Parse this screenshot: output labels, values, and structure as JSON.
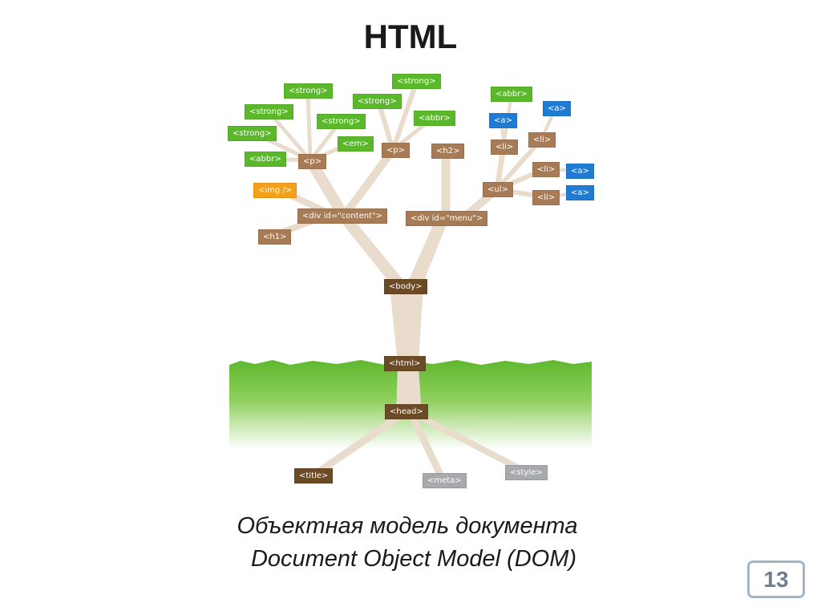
{
  "slide": {
    "title": "HTML",
    "caption_ru": "Объектная модель документа",
    "caption_en": "Document Object Model (DOM)",
    "number": "13"
  },
  "colors": {
    "branch": "#e9dccd",
    "grass": "#6fbe3c",
    "brown": "#a77b55",
    "dark_brown": "#6b4a26",
    "green": "#5cb82b",
    "orange": "#f6a01a",
    "blue": "#1f7cd2",
    "gray": "#a7a9ac"
  },
  "tags": [
    {
      "id": "strong1",
      "label": "<strong>",
      "color": "green"
    },
    {
      "id": "strong2",
      "label": "<strong>",
      "color": "green"
    },
    {
      "id": "strong3",
      "label": "<strong>",
      "color": "green"
    },
    {
      "id": "strong4",
      "label": "<strong>",
      "color": "green"
    },
    {
      "id": "strong5",
      "label": "<strong>",
      "color": "green"
    },
    {
      "id": "strong6",
      "label": "<strong>",
      "color": "green"
    },
    {
      "id": "abbr1",
      "label": "<abbr>",
      "color": "green"
    },
    {
      "id": "em1",
      "label": "<em>",
      "color": "green"
    },
    {
      "id": "abbr2",
      "label": "<abbr>",
      "color": "green"
    },
    {
      "id": "abbr3",
      "label": "<abbr>",
      "color": "green"
    },
    {
      "id": "p1",
      "label": "<p>",
      "color": "brown"
    },
    {
      "id": "p2",
      "label": "<p>",
      "color": "brown"
    },
    {
      "id": "h2",
      "label": "<h2>",
      "color": "brown"
    },
    {
      "id": "img",
      "label": "<img />",
      "color": "orange"
    },
    {
      "id": "div_content",
      "label": "<div id=\"content\">",
      "color": "brown"
    },
    {
      "id": "h1",
      "label": "<h1>",
      "color": "brown"
    },
    {
      "id": "div_menu",
      "label": "<div id=\"menu\">",
      "color": "brown"
    },
    {
      "id": "a1",
      "label": "<a>",
      "color": "blue"
    },
    {
      "id": "a2",
      "label": "<a>",
      "color": "blue"
    },
    {
      "id": "a3",
      "label": "<a>",
      "color": "blue"
    },
    {
      "id": "a4",
      "label": "<a>",
      "color": "blue"
    },
    {
      "id": "li1",
      "label": "<li>",
      "color": "brown"
    },
    {
      "id": "li2",
      "label": "<li>",
      "color": "brown"
    },
    {
      "id": "li3",
      "label": "<li>",
      "color": "brown"
    },
    {
      "id": "li4",
      "label": "<li>",
      "color": "brown"
    },
    {
      "id": "ul",
      "label": "<ul>",
      "color": "brown"
    },
    {
      "id": "body",
      "label": "<body>",
      "color": "dark_brown"
    },
    {
      "id": "html",
      "label": "<html>",
      "color": "dark_brown"
    },
    {
      "id": "head",
      "label": "<head>",
      "color": "dark_brown"
    },
    {
      "id": "title",
      "label": "<title>",
      "color": "dark_brown"
    },
    {
      "id": "meta",
      "label": "<meta>",
      "color": "gray"
    },
    {
      "id": "style",
      "label": "<style>",
      "color": "gray"
    }
  ]
}
